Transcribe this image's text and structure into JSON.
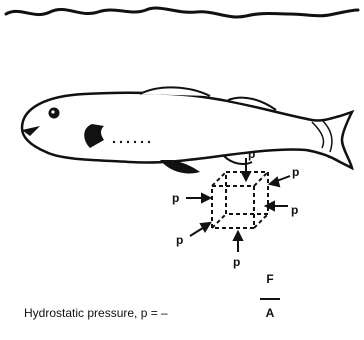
{
  "labels": {
    "p_top": "p",
    "p_right_top": "p",
    "p_right": "p",
    "p_left_top": "p",
    "p_left_bottom": "p",
    "p_bottom": "p"
  },
  "formula": {
    "caption": "Hydrostatic pressure, p = –",
    "numerator": "F",
    "denominator": "A"
  }
}
